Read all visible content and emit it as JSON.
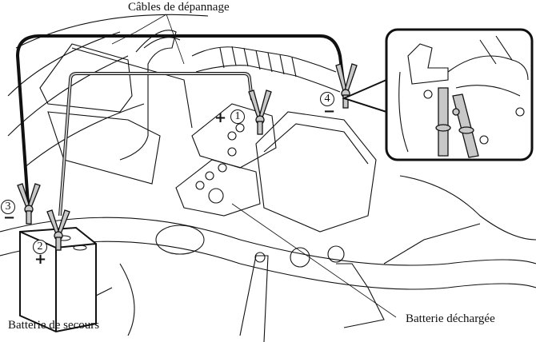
{
  "labels": {
    "cables": "Câbles de dépannage",
    "booster_battery": "Batterie de secours",
    "discharged_battery": "Batterie déchargée"
  },
  "steps": [
    {
      "number": "1",
      "sign": "+"
    },
    {
      "number": "2",
      "sign": "+"
    },
    {
      "number": "3",
      "sign": "−"
    },
    {
      "number": "4",
      "sign": "−"
    }
  ],
  "colors": {
    "line": "#111111",
    "cable_fill": "#cccccc",
    "clamp_fill": "#c8c8c8"
  }
}
